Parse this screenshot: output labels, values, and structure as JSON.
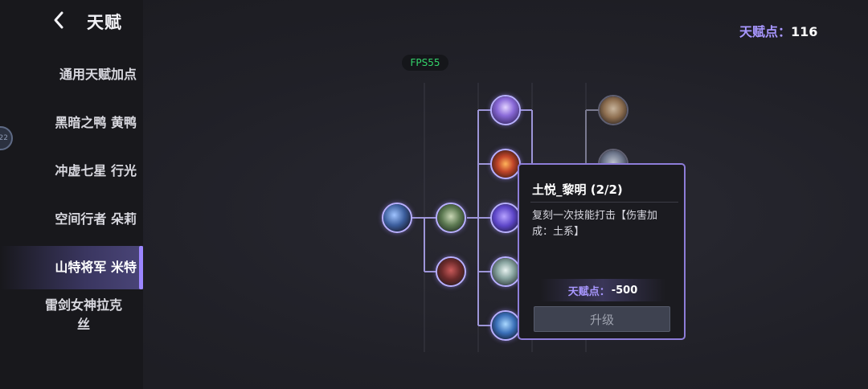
{
  "header": {
    "title": "天赋"
  },
  "sidebar": {
    "items": [
      {
        "label": "通用天赋加点",
        "active": false
      },
      {
        "label": "黑暗之鸭 黄鸭",
        "active": false
      },
      {
        "label": "冲虚七星 行光",
        "active": false
      },
      {
        "label": "空间行者 朵莉",
        "active": false
      },
      {
        "label": "山特将军 米特",
        "active": true
      },
      {
        "label": "雷剑女神拉克丝",
        "active": false
      }
    ],
    "edge_badge": "22"
  },
  "talent_points": {
    "label": "天赋点：",
    "value": "116"
  },
  "fps": "FPS55",
  "tooltip": {
    "title": "土悦_黎明 (2/2)",
    "description": "复刻一次技能打击【伤害加成：土系】",
    "cost_label": "天赋点：",
    "cost_value": "-500",
    "upgrade_label": "升级"
  },
  "colors": {
    "accent": "#9c86ff",
    "points_label": "#a897ff",
    "fps_text": "#34d36a",
    "tooltip_border": "#8d7dd8"
  },
  "icons": [
    "back-chevron-icon",
    "talent-node-icon"
  ]
}
